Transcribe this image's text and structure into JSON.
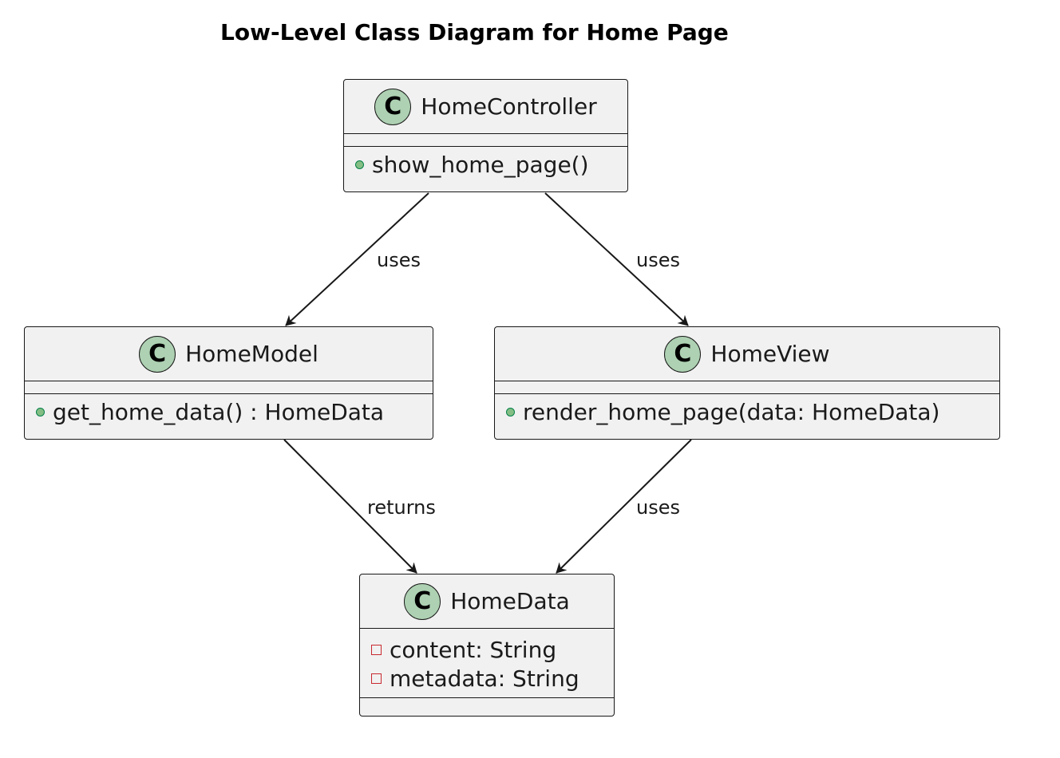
{
  "title": "Low-Level Class Diagram for Home Page",
  "classes": {
    "home_controller": {
      "icon": "C",
      "name": "HomeController",
      "methods": [
        {
          "visibility": "public",
          "text": "show_home_page()"
        }
      ]
    },
    "home_model": {
      "icon": "C",
      "name": "HomeModel",
      "methods": [
        {
          "visibility": "public",
          "text": "get_home_data() : HomeData"
        }
      ]
    },
    "home_view": {
      "icon": "C",
      "name": "HomeView",
      "methods": [
        {
          "visibility": "public",
          "text": "render_home_page(data: HomeData)"
        }
      ]
    },
    "home_data": {
      "icon": "C",
      "name": "HomeData",
      "fields": [
        {
          "visibility": "private",
          "text": "content: String"
        },
        {
          "visibility": "private",
          "text": "metadata: String"
        }
      ]
    }
  },
  "relations": [
    {
      "from": "HomeController",
      "to": "HomeModel",
      "label": "uses"
    },
    {
      "from": "HomeController",
      "to": "HomeView",
      "label": "uses"
    },
    {
      "from": "HomeModel",
      "to": "HomeData",
      "label": "returns"
    },
    {
      "from": "HomeView",
      "to": "HomeData",
      "label": "uses"
    }
  ],
  "colors": {
    "class_fill": "#f1f1f1",
    "class_border": "#181818",
    "class_icon_fill": "#add1b2",
    "public_marker": "#84be84",
    "private_marker": "#c82930",
    "edge": "#181818"
  }
}
